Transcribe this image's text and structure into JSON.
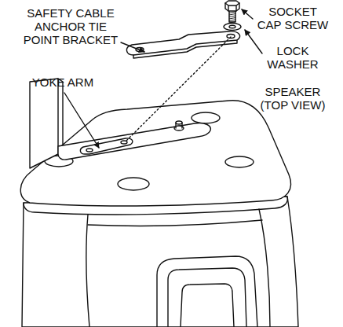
{
  "diagram": {
    "labels": [
      "SAFETY CABLE ANCHOR TIE POINT BRACKET",
      "SOCKET CAP SCREW",
      "LOCK WASHER",
      "YOKE ARM",
      "SPEAKER (TOP VIEW)"
    ]
  }
}
